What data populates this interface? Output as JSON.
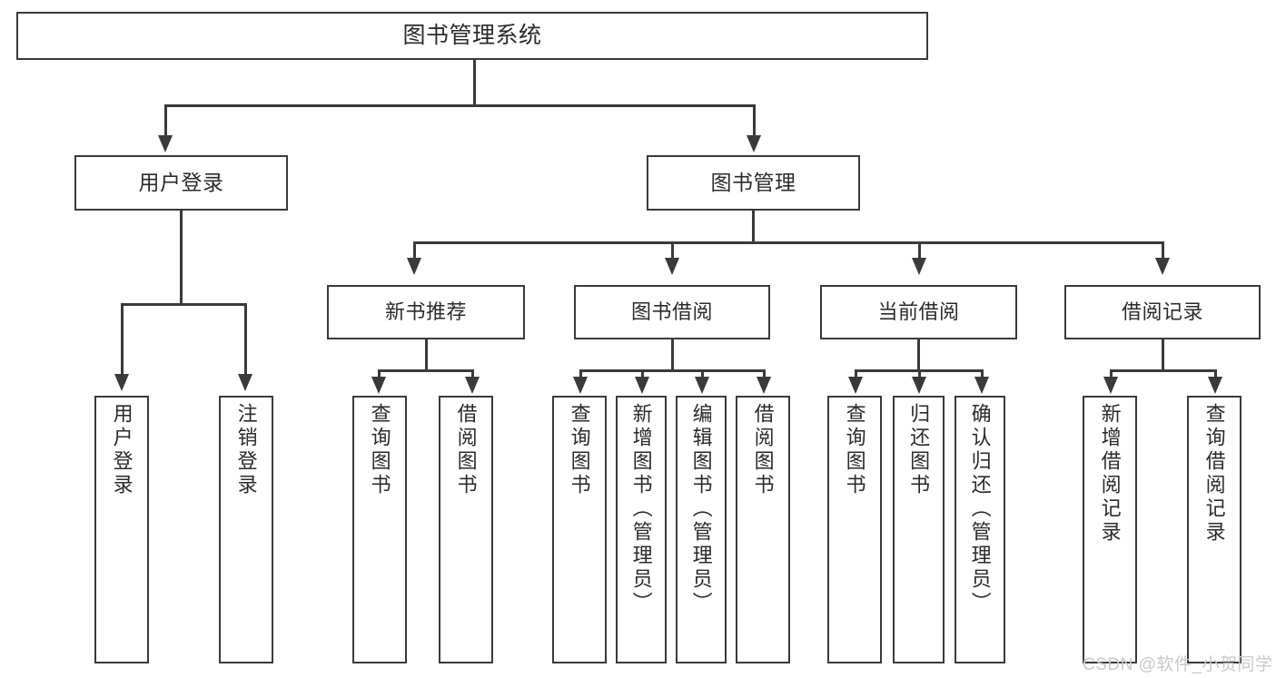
{
  "diagram": {
    "title": "图书管理系统",
    "type": "hierarchy-tree",
    "root": {
      "label": "图书管理系统"
    },
    "level1": [
      {
        "label": "用户登录"
      },
      {
        "label": "图书管理"
      }
    ],
    "level2": [
      {
        "label": "新书推荐"
      },
      {
        "label": "图书借阅"
      },
      {
        "label": "当前借阅"
      },
      {
        "label": "借阅记录"
      }
    ],
    "leaves": {
      "user_login": [
        {
          "label": "用户登录"
        },
        {
          "label": "注销登录"
        }
      ],
      "new_book_recommend": [
        {
          "label": "查询图书"
        },
        {
          "label": "借阅图书"
        }
      ],
      "book_borrow": [
        {
          "label": "查询图书"
        },
        {
          "label": "新增图书（管理员）"
        },
        {
          "label": "编辑图书（管理员）"
        },
        {
          "label": "借阅图书"
        }
      ],
      "current_borrow": [
        {
          "label": "查询图书"
        },
        {
          "label": "归还图书"
        },
        {
          "label": "确认归还（管理员）"
        }
      ],
      "borrow_record": [
        {
          "label": "新增借阅记录"
        },
        {
          "label": "查询借阅记录"
        }
      ]
    }
  },
  "watermark": {
    "text": "CSDN @软件_小贺同学"
  },
  "colors": {
    "stroke": "#3a3a3a",
    "background": "#ffffff",
    "text": "#2b2b2b",
    "watermark": "#c9c9c9"
  }
}
